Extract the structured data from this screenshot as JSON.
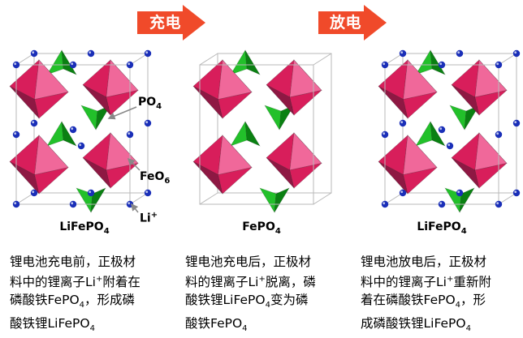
{
  "arrows": {
    "charge": {
      "label": "充电"
    },
    "discharge": {
      "label": "放电"
    }
  },
  "panels": [
    {
      "formula": {
        "a": "LiFePO",
        "sub": "4"
      },
      "lines": [
        {
          "text": "锂电池充电前，正极材"
        },
        {
          "text": "料中的锂离子Li",
          "sup": "+",
          "rest": "附着在"
        },
        {
          "text": "磷酸铁FePO",
          "sub": "4",
          "rest": "，形成磷"
        },
        {
          "text": "酸铁锂LiFePO",
          "sub": "4"
        }
      ]
    },
    {
      "formula": {
        "a": "FePO",
        "sub": "4"
      },
      "lines": [
        {
          "text": "锂电池充电后，正极材"
        },
        {
          "text": "料的锂离子Li",
          "sup": "+",
          "rest": "脱离，磷"
        },
        {
          "text": "酸铁锂LiFePO",
          "sub": "4",
          "rest": "变为磷"
        },
        {
          "text": "酸铁FePO",
          "sub": "4"
        }
      ]
    },
    {
      "formula": {
        "a": "LiFePO",
        "sub": "4"
      },
      "lines": [
        {
          "text": "锂电池放电后，正极材"
        },
        {
          "text": "料中的锂离子Li",
          "sup": "+",
          "rest": "重新附"
        },
        {
          "text": "着在磷酸铁FePO",
          "sub": "4",
          "rest": "，形"
        },
        {
          "text": "成磷酸铁锂LiFePO",
          "sub": "4"
        }
      ]
    }
  ],
  "annotations": {
    "po4": {
      "a": "PO",
      "sub": "4"
    },
    "feo6": {
      "a": "FeO",
      "sub": "6"
    },
    "li": {
      "a": "Li",
      "sup": "+"
    }
  },
  "colors": {
    "arrow": "#f04a2a",
    "octahedron_light": "#f0689a",
    "octahedron_mid": "#d81e5b",
    "octahedron_dark": "#8e1843",
    "tetrahedron": "#22c02a",
    "tetrahedron_dark": "#0a8012",
    "li_ion": "#1a2fb8",
    "cell_edge": "#b8b8b8"
  }
}
